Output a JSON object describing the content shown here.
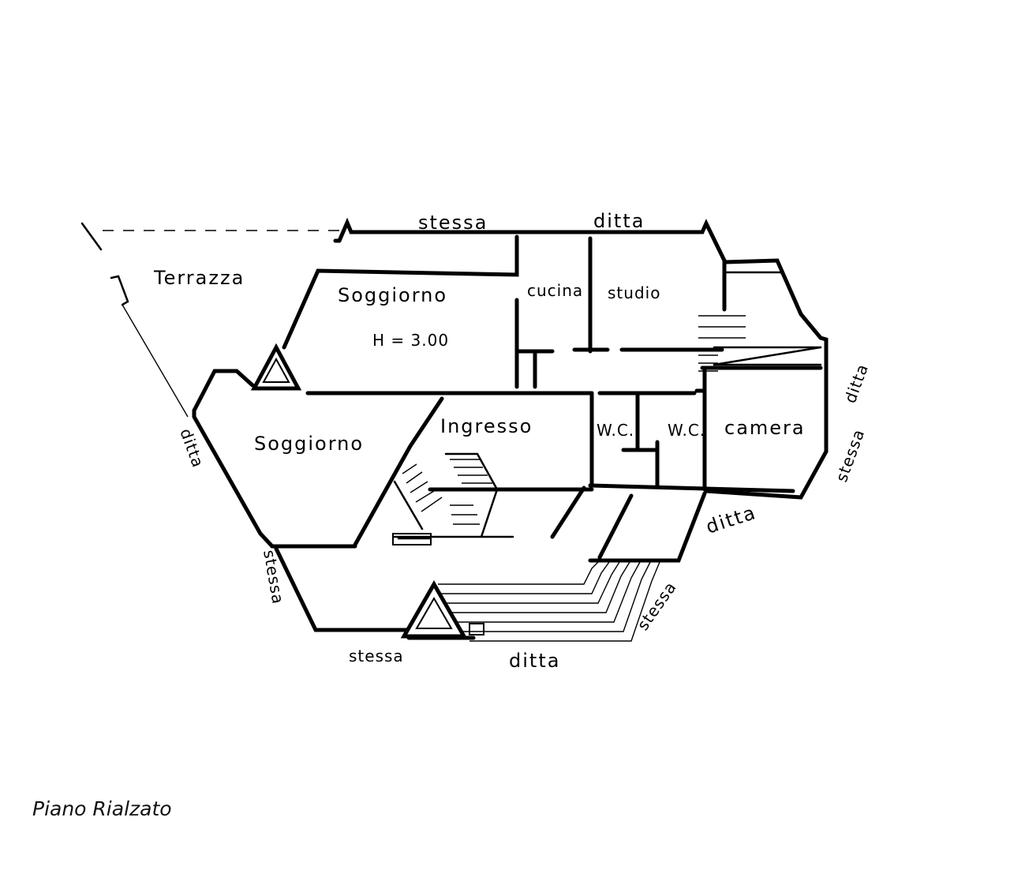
{
  "rooms": {
    "terrazza": "Terrazza",
    "soggiorno_upper": "Soggiorno",
    "height_note": "H = 3.00",
    "cucina": "cucina",
    "studio": "studio",
    "soggiorno_lower": "Soggiorno",
    "ingresso": "Ingresso",
    "wc_left": "W.C.",
    "wc_right": "W.C.",
    "camera": "camera"
  },
  "neighbors": {
    "top_stessa": "stessa",
    "top_ditta": "ditta",
    "right_ditta": "ditta",
    "right_stessa": "stessa",
    "left_ditta": "ditta",
    "left_stessa": "stessa",
    "mid_right_ditta": "ditta",
    "lower_right_stessa": "stessa",
    "bottom_stessa": "stessa",
    "bottom_ditta": "ditta"
  },
  "caption": "Piano Rialzato"
}
